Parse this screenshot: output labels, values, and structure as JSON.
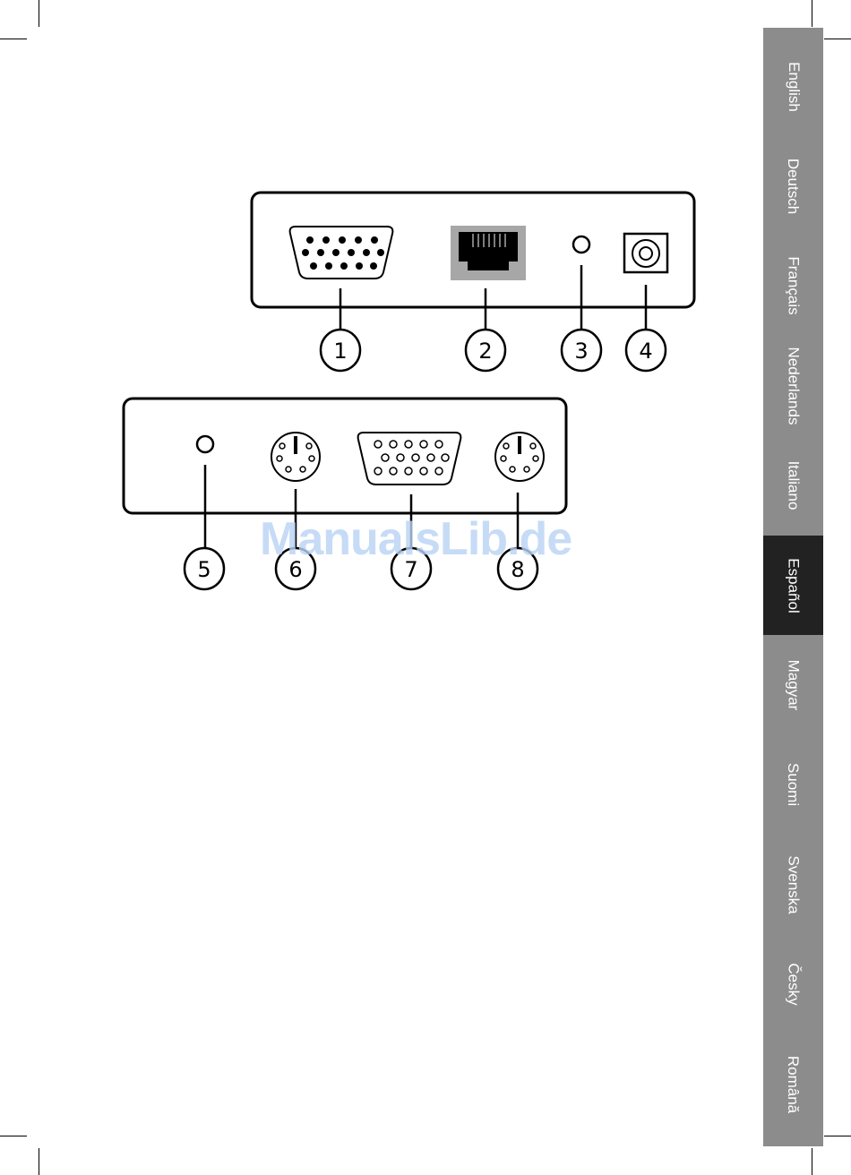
{
  "watermark": "ManualsLib.de",
  "languages": [
    {
      "label": "English",
      "active": false
    },
    {
      "label": "Deutsch",
      "active": false
    },
    {
      "label": "Français",
      "active": false
    },
    {
      "label": "Nederlands",
      "active": false
    },
    {
      "label": "Italiano",
      "active": false
    },
    {
      "label": "Español",
      "active": true
    },
    {
      "label": "Magyar",
      "active": false
    },
    {
      "label": "Suomi",
      "active": false
    },
    {
      "label": "Svenska",
      "active": false
    },
    {
      "label": "Česky",
      "active": false
    },
    {
      "label": "Română",
      "active": false
    }
  ],
  "callouts": {
    "c1": "1",
    "c2": "2",
    "c3": "3",
    "c4": "4",
    "c5": "5",
    "c6": "6",
    "c7": "7",
    "c8": "8"
  },
  "colors": {
    "tab_bg": "#8c8c8c",
    "tab_active": "#222222",
    "watermark": "#b9d3f5"
  }
}
